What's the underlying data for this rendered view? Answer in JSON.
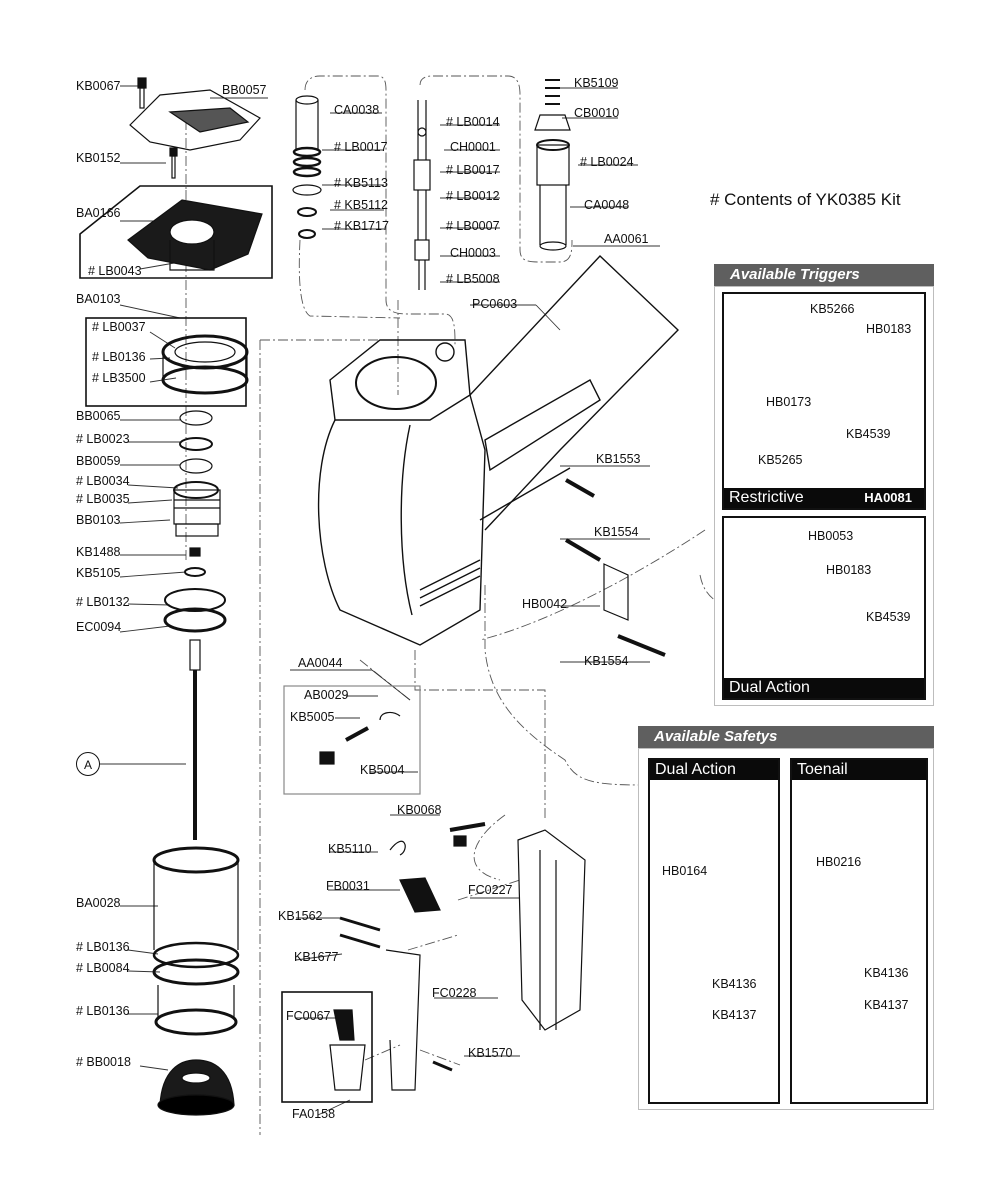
{
  "kit_title": "# Contents of YK0385 Kit",
  "triggers": {
    "header": "Available Triggers",
    "restrictive": {
      "label": "Restrictive",
      "kit": "HA0081"
    },
    "dual_action": {
      "label": "Dual Action"
    }
  },
  "safetys": {
    "header": "Available Safetys",
    "dual_action": {
      "label": "Dual Action"
    },
    "toenail": {
      "label": "Toenail"
    }
  },
  "circle_marker": "A",
  "part_labels": [
    "KB0067",
    "BB0057",
    "KB0152",
    "BA0166",
    "# LB0043",
    "BA0103",
    "# LB0037",
    "# LB0136",
    "# LB3500",
    "BB0065",
    "# LB0023",
    "BB0059",
    "# LB0034",
    "# LB0035",
    "BB0103",
    "KB1488",
    "KB5105",
    "# LB0132",
    "EC0094",
    "BA0028",
    "# LB0136",
    "# LB0084",
    "# LB0136",
    "# BB0018",
    "CA0038",
    "# LB0017",
    "# KB5113",
    "# KB5112",
    "# KB1717",
    "# LB0014",
    "CH0001",
    "# LB0017",
    "# LB0012",
    "# LB0007",
    "CH0003",
    "# LB5008",
    "KB5109",
    "CB0010",
    "# LB0024",
    "CA0048",
    "AA0061",
    "PC0603",
    "KB1553",
    "KB1554",
    "HB0042",
    "KB1554",
    "AA0044",
    "AB0029",
    "KB5005",
    "KB5004",
    "KB0068",
    "KB5110",
    "FB0031",
    "FC0227",
    "KB1562",
    "KB1677",
    "FC0228",
    "FC0067",
    "KB1570",
    "FA0158",
    "KB5266",
    "HB0183",
    "HB0173",
    "KB4539",
    "KB5265",
    "HB0053",
    "HB0183",
    "KB4539",
    "HB0164",
    "KB4136",
    "KB4137",
    "HB0216",
    "KB4136",
    "KB4137"
  ]
}
